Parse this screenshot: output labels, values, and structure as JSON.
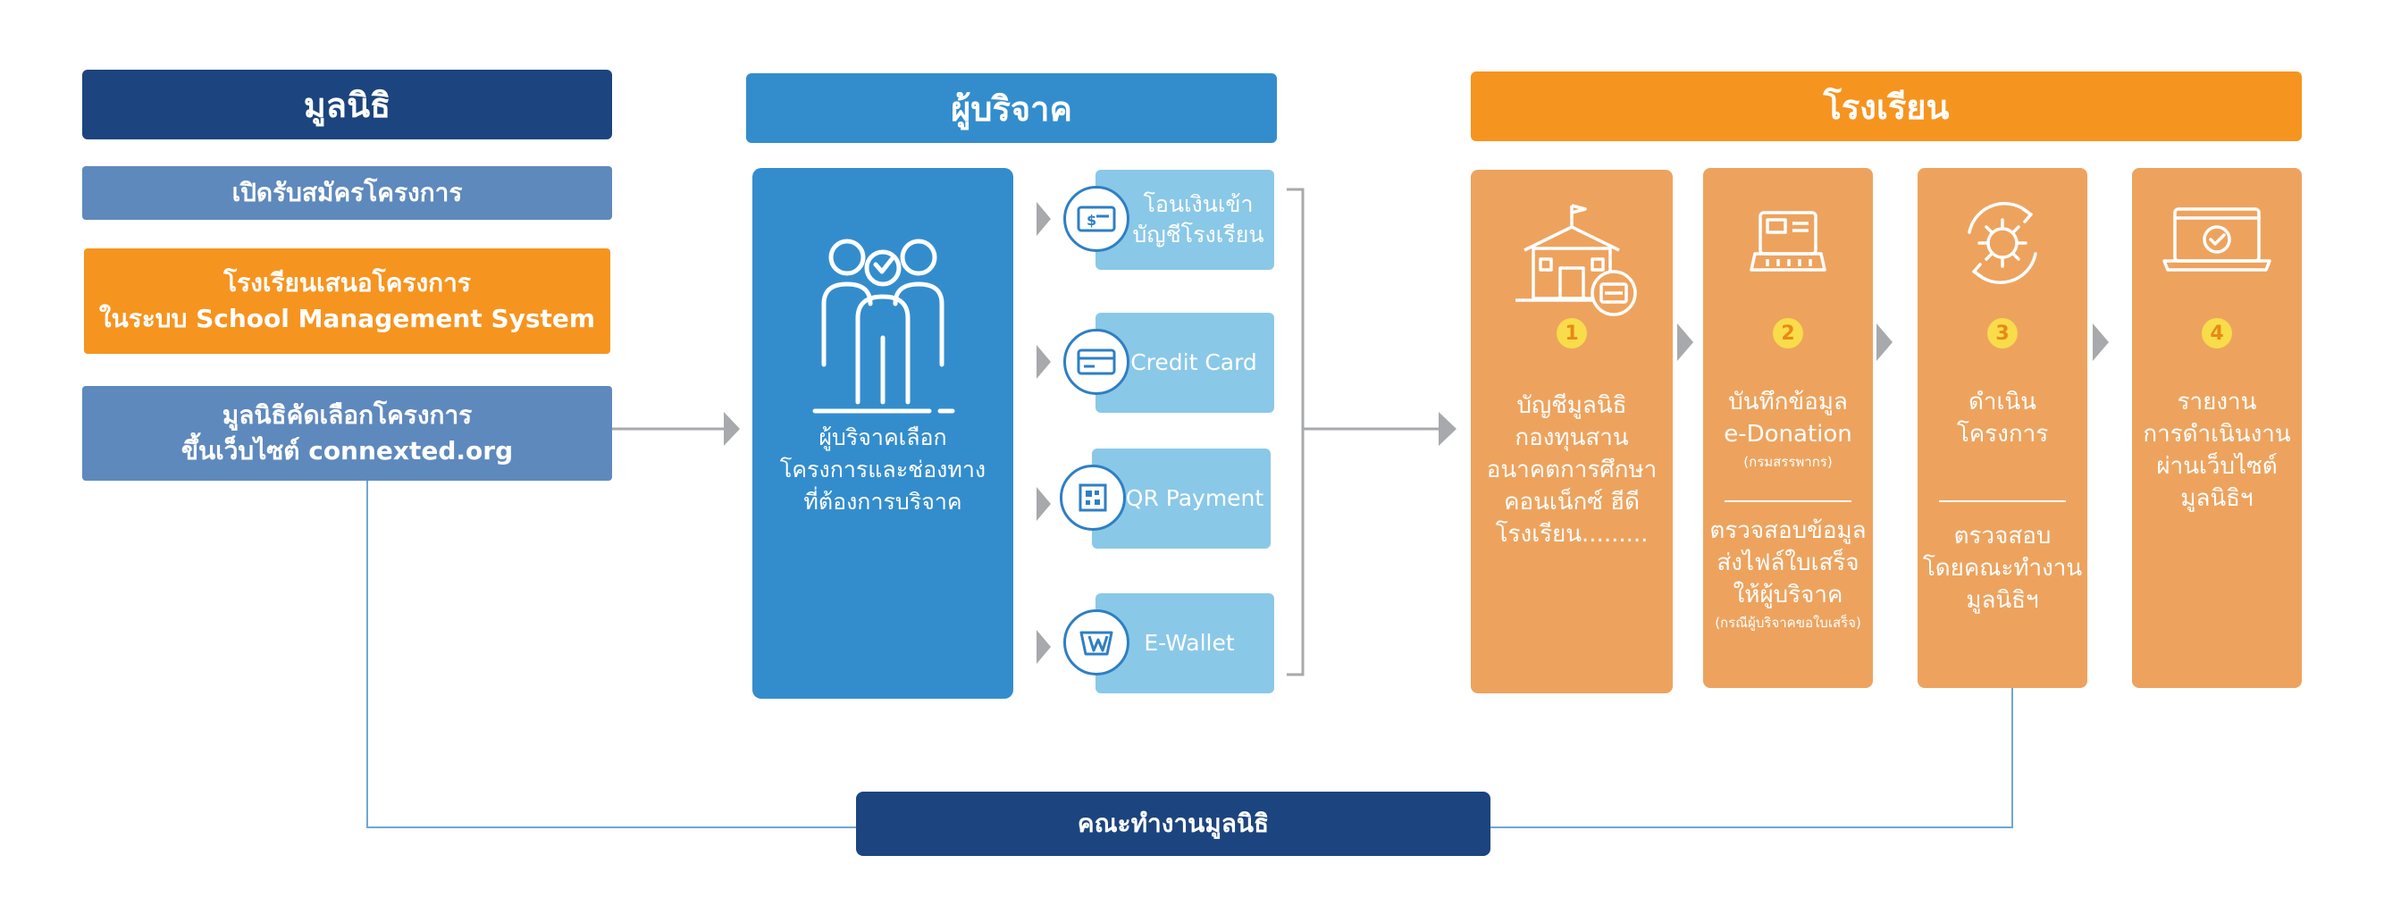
{
  "foundation": {
    "header": "มูลนิธิ",
    "step1": "เปิดรับสมัครโครงการ",
    "step2_line1": "โรงเรียนเสนอโครงการ",
    "step2_line2": "ในระบบ School Management System",
    "step3_line1": "มูลนิธิคัดเลือกโครงการ",
    "step3_line2": "ขึ้นเว็บไซต์ connexted.org"
  },
  "donor": {
    "header": "ผู้บริจาค",
    "main_line1": "ผู้บริจาคเลือก",
    "main_line2": "โครงการและช่องทาง",
    "main_line3": "ที่ต้องการบริจาค",
    "payments": [
      {
        "line1": "โอนเงินเข้า",
        "line2": "บัญชีโรงเรียน",
        "icon": "bank-card-icon"
      },
      {
        "line1": "Credit Card",
        "line2": "",
        "icon": "credit-card-icon"
      },
      {
        "line1": "QR Payment",
        "line2": "",
        "icon": "qr-code-icon"
      },
      {
        "line1": "E-Wallet",
        "line2": "",
        "icon": "wallet-icon"
      }
    ]
  },
  "school": {
    "header": "โรงเรียน",
    "steps": [
      {
        "num": "1",
        "icon": "school-building-icon",
        "lines": [
          "บัญชีมูลนิธิ",
          "กองทุนสาน",
          "อนาคตการศึกษา",
          "คอนเน็กซ์ ฮีดี",
          "โรงเรียน........."
        ]
      },
      {
        "num": "2",
        "icon": "receipt-machine-icon",
        "lines": [
          "บันทึกข้อมูล",
          "e-Donation"
        ],
        "small1": "(กรมสรรพากร)",
        "lines2": [
          "ตรวจสอบข้อมูล",
          "ส่งไฟล์ใบเสร็จ",
          "ให้ผู้บริจาค"
        ],
        "small2": "(กรณีผู้บริจาคขอใบเสร็จ)"
      },
      {
        "num": "3",
        "icon": "gear-cycle-icon",
        "lines": [
          "ดำเนิน",
          "โครงการ"
        ],
        "lines2": [
          "ตรวจสอบ",
          "โดยคณะทำงาน",
          "มูลนิธิฯ"
        ]
      },
      {
        "num": "4",
        "icon": "laptop-check-icon",
        "lines": [
          "รายงาน",
          "การดำเนินงาน",
          "ผ่านเว็บไซต์",
          "มูลนิธิฯ"
        ]
      }
    ]
  },
  "committee": "คณะทำงานมูลนิธิ",
  "colors": {
    "navy": "#1c447e",
    "blue": "#338dcd",
    "orange": "#f69420",
    "steel": "#5e89bd",
    "light_blue": "#8ac8e8",
    "peach": "#eda35e",
    "arrow_gray": "#a7a9ac",
    "line_blue": "#6fa7d4"
  }
}
